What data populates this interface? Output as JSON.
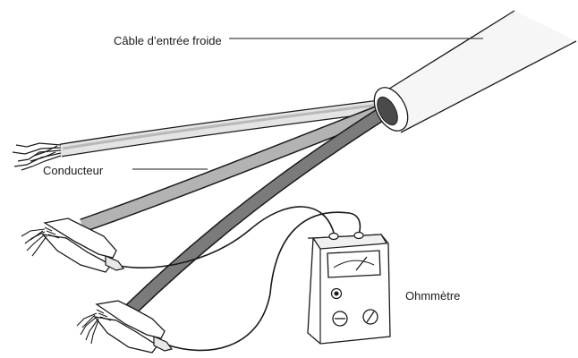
{
  "labels": {
    "cable": "Câble d’entrée froide",
    "conductor": "Conducteur",
    "ohmmeter": "Ohmmètre"
  }
}
